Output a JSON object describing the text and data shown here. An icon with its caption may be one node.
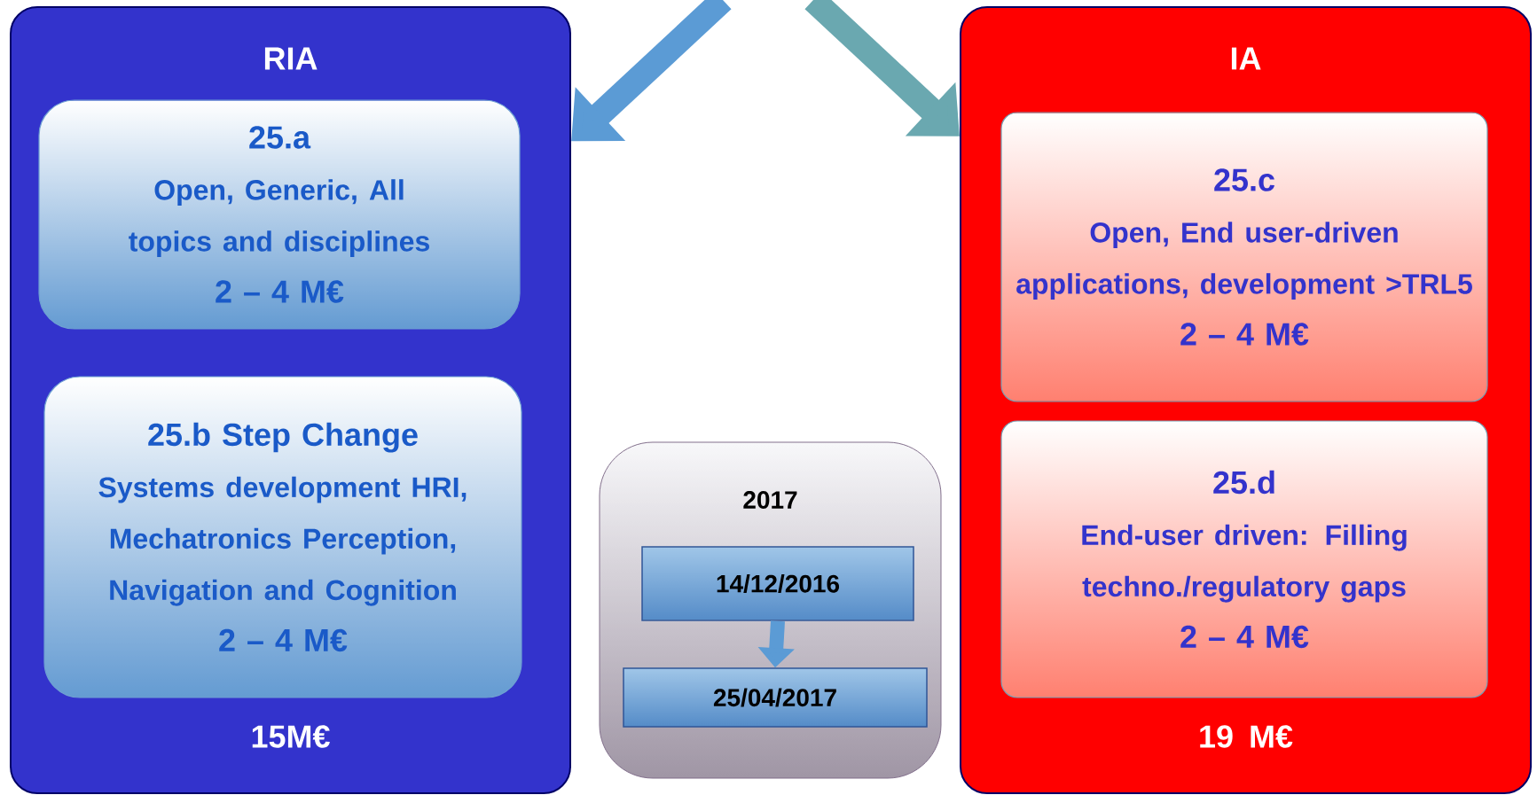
{
  "diagram": {
    "nodes": [
      {
        "text": [
          "RIA",
          "15M€"
        ]
      },
      {
        "text": [
          "25.a",
          "Open, Generic, All topics and disciplines",
          "2 – 4 M€"
        ],
        "in": 0
      },
      {
        "text": [
          "25.b Step Change",
          "Systems development HRI, Mechatronics Perception, Navigation and Cognition",
          "2 – 4 M€"
        ],
        "in": 0
      },
      {
        "text": [
          "IA",
          "19 M€"
        ]
      },
      {
        "text": [
          "25.c",
          "Open, End user-driven applications, development >TRL5",
          "2 – 4 M€"
        ],
        "in": 3
      },
      {
        "text": [
          "25.d",
          "End-user driven: Filling techno./regulatory gaps",
          "2 – 4 M€"
        ],
        "in": 3
      },
      {
        "text": [
          "2017"
        ]
      },
      {
        "text": [
          "14/12/2016"
        ],
        "in": 6
      },
      {
        "text": [
          "25/04/2017"
        ],
        "in": 6
      }
    ],
    "edges": [
      {
        "from": null,
        "to": 0,
        "arrow": "to"
      },
      {
        "from": null,
        "to": 3,
        "arrow": "to",
        "color": "#6aa8b0"
      },
      {
        "from": 7,
        "to": 8,
        "arrow": "to"
      }
    ]
  }
}
